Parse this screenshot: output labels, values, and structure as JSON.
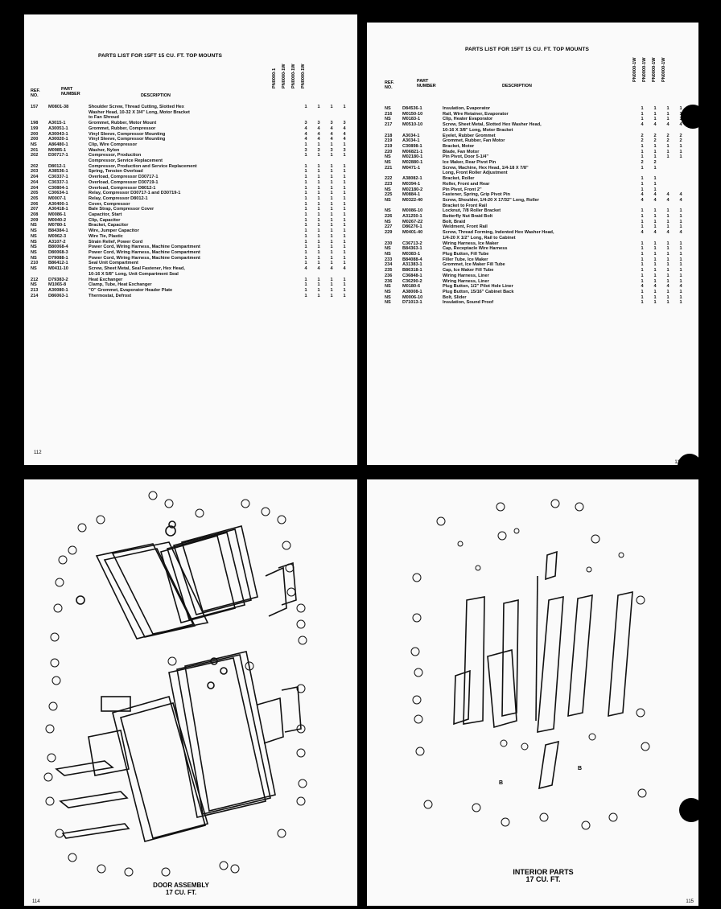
{
  "pages": {
    "left": {
      "title": "PARTS LIST FOR 15FT 15 CU. FT. TOP MOUNTS",
      "page_number": "112",
      "columns": {
        "ref": "REF. NO.",
        "part": "PART NUMBER",
        "desc": "DESCRIPTION"
      },
      "models": [
        "PN0000-1",
        "PN0000-1W",
        "PN0000-1W",
        "PN0000-1W"
      ],
      "rows": [
        [
          "157",
          "M0801-38",
          "Shoulder Screw, Thread Cutting, Slotted Hex",
          "1",
          "1",
          "1",
          "1"
        ],
        [
          "",
          "",
          "Washer Head, 10-32 X 3/4\" Long, Motor Bracket",
          "",
          "",
          "",
          ""
        ],
        [
          "",
          "",
          "to Fan Shroud",
          "",
          "",
          "",
          ""
        ],
        [
          "198",
          "A3015-1",
          "Grommet, Rubber, Motor Mount",
          "3",
          "3",
          "3",
          "3"
        ],
        [
          "199",
          "A30051-1",
          "Grommet, Rubber, Compressor",
          "4",
          "4",
          "4",
          "4"
        ],
        [
          "200",
          "A30043-1",
          "Vinyl Sleeve, Compressor Mounting",
          "4",
          "4",
          "4",
          "4"
        ],
        [
          "200",
          "A30020-1",
          "Vinyl Sleeve, Compressor Mounting",
          "4",
          "4",
          "4",
          "4"
        ],
        [
          "",
          "",
          "",
          "",
          "",
          "",
          ""
        ],
        [
          "NS",
          "A86480-1",
          "Clip, Wire Compressor",
          "1",
          "1",
          "1",
          "1"
        ],
        [
          "",
          "",
          "",
          "",
          "",
          "",
          ""
        ],
        [
          "201",
          "M0985-1",
          "Washer, Nylon",
          "3",
          "3",
          "3",
          "3"
        ],
        [
          "202",
          "D30717-1",
          "Compressor, Production",
          "1",
          "1",
          "1",
          "1"
        ],
        [
          "",
          "",
          "Compressor, Service Replacement",
          "",
          "",
          "",
          ""
        ],
        [
          "",
          "",
          "",
          "",
          "",
          "",
          ""
        ],
        [
          "202",
          "D8012-1",
          "Compressor, Production and Service Replacement",
          "1",
          "1",
          "1",
          "1"
        ],
        [
          "203",
          "A38536-1",
          "Spring, Tension Overload",
          "1",
          "1",
          "1",
          "1"
        ],
        [
          "204",
          "C30337-1",
          "Overload, Compressor D30717-1",
          "1",
          "1",
          "1",
          "1"
        ],
        [
          "204",
          "C30337-1",
          "Overload, Compressor D30719-1",
          "1",
          "1",
          "1",
          "1"
        ],
        [
          "204",
          "C30804-1",
          "Overload, Compressor D8012-1",
          "1",
          "1",
          "1",
          "1"
        ],
        [
          "",
          "",
          "",
          "",
          "",
          "",
          ""
        ],
        [
          "205",
          "C30634-1",
          "Relay, Compressor D30717-1 and D30719-1",
          "1",
          "1",
          "1",
          "1"
        ],
        [
          "205",
          "M0007-1",
          "Relay, Compressor D8012-1",
          "1",
          "1",
          "1",
          "1"
        ],
        [
          "206",
          "A30400-1",
          "Cover, Compressor",
          "1",
          "1",
          "1",
          "1"
        ],
        [
          "207",
          "A30418-1",
          "Bale Strap, Compressor Cover",
          "1",
          "1",
          "1",
          "1"
        ],
        [
          "208",
          "M0086-1",
          "Capacitor, Start",
          "1",
          "1",
          "1",
          "1"
        ],
        [
          "209",
          "M0040-2",
          "Clip, Capacitor",
          "1",
          "1",
          "1",
          "1"
        ],
        [
          "",
          "",
          "",
          "",
          "",
          "",
          ""
        ],
        [
          "NS",
          "M0780-1",
          "Bracket, Capacitor",
          "1",
          "1",
          "1",
          "1"
        ],
        [
          "NS",
          "B84384-1",
          "Wire, Jumper Capacitor",
          "1",
          "1",
          "1",
          "1"
        ],
        [
          "NS",
          "M0962-3",
          "Wire Tie, Plastic",
          "1",
          "1",
          "1",
          "1"
        ],
        [
          "NS",
          "A3107-2",
          "Strain Relief, Power Cord",
          "1",
          "1",
          "1",
          "1"
        ],
        [
          "NS",
          "B80068-4",
          "Power Cord, Wiring Harness, Machine Compartment",
          "1",
          "1",
          "1",
          "1"
        ],
        [
          "NS",
          "D80068-3",
          "Power Cord, Wiring Harness, Machine Compartment",
          "1",
          "1",
          "1",
          "1"
        ],
        [
          "NS",
          "D79088-1",
          "Power Cord, Wiring Harness, Machine Compartment",
          "1",
          "1",
          "1",
          "1"
        ],
        [
          "",
          "",
          "",
          "",
          "",
          "",
          ""
        ],
        [
          "210",
          "B86412-1",
          "Seal Unit Compartment",
          "1",
          "1",
          "1",
          "1"
        ],
        [
          "NS",
          "M0411-10",
          "Screw, Sheet Metal, Seal Fastener, Hex Head,",
          "4",
          "4",
          "4",
          "4"
        ],
        [
          "",
          "",
          "10-16 X 5/8\" Long, Unit Compartment Seal",
          "",
          "",
          "",
          ""
        ],
        [
          "212",
          "D79383-2",
          "Heat Exchanger",
          "1",
          "1",
          "1",
          "1"
        ],
        [
          "NS",
          "M1065-8",
          "Clamp, Tube, Heat Exchanger",
          "1",
          "1",
          "1",
          "1"
        ],
        [
          "213",
          "A30080-1",
          "\"O\" Grommet, Evaporator Header Plate",
          "1",
          "1",
          "1",
          "1"
        ],
        [
          "214",
          "D86063-1",
          "Thermostat, Defrost",
          "1",
          "1",
          "1",
          "1"
        ]
      ]
    },
    "right": {
      "title": "PARTS LIST FOR 15FT 15 CU. FT. TOP MOUNTS",
      "page_number": "113",
      "columns": {
        "ref": "REF. NO.",
        "part": "PART NUMBER",
        "desc": "DESCRIPTION"
      },
      "models": [
        "PN0000-1W",
        "PN0000-1W",
        "PN0000-1W",
        "PN0000-1W"
      ],
      "rows": [
        [
          "NS",
          "D84536-1",
          "Insulation, Evaporator",
          "1",
          "1",
          "1",
          "1"
        ],
        [
          "216",
          "M0150-10",
          "Rail, Wire Retainer, Evaporator",
          "1",
          "1",
          "1",
          "1"
        ],
        [
          "NS",
          "M0183-1",
          "Clip, Heater Evaporator",
          "1",
          "1",
          "1",
          "1"
        ],
        [
          "217",
          "M0510-10",
          "Screw, Sheet Metal, Slotted Hex Washer Head,",
          "4",
          "4",
          "4",
          "4"
        ],
        [
          "",
          "",
          "10-16 X 3/8\" Long, Motor Bracket",
          "",
          "",
          "",
          ""
        ],
        [
          "",
          "",
          "",
          "",
          "",
          "",
          ""
        ],
        [
          "218",
          "A3034-1",
          "Eyelet, Rubber Grommet",
          "2",
          "2",
          "2",
          "2"
        ],
        [
          "219",
          "A3034-1",
          "Grommet, Rubber, Fan Motor",
          "2",
          "2",
          "2",
          "2"
        ],
        [
          "219",
          "C30898-1",
          "Bracket, Motor",
          "1",
          "1",
          "1",
          "1"
        ],
        [
          "220",
          "M06821-1",
          "Blade, Fan Motor",
          "1",
          "1",
          "1",
          "1"
        ],
        [
          "NS",
          "M02180-1",
          "Pin Pivot, Door 5-1/4\"",
          "1",
          "1",
          "1",
          "1"
        ],
        [
          "",
          "",
          "",
          "",
          "",
          "",
          ""
        ],
        [
          "NS",
          "M02880-1",
          "Ice Maker, Rear Pivot Pin",
          "2",
          "2",
          "",
          ""
        ],
        [
          "221",
          "M0471-1",
          "Screw, Machine, Hex Head, 1/4-18 X 7/8\"",
          "1",
          "1",
          "",
          ""
        ],
        [
          "",
          "",
          "Long, Front Roller Adjustment",
          "",
          "",
          "",
          ""
        ],
        [
          "222",
          "A38082-1",
          "Bracket, Roller",
          "1",
          "1",
          "",
          ""
        ],
        [
          "223",
          "M0394-1",
          "Roller, Front and Rear",
          "1",
          "1",
          "",
          ""
        ],
        [
          "NS",
          "M02180-2",
          "Pin Pivot, Front 2\"",
          "1",
          "1",
          "",
          ""
        ],
        [
          "",
          "",
          "",
          "",
          "",
          "",
          ""
        ],
        [
          "225",
          "M0884-1",
          "Fastener, Spring, Grip Pivot Pin",
          "4",
          "4",
          "4",
          "4"
        ],
        [
          "NS",
          "M0322-40",
          "Screw, Shoulder, 1/4-20 X 17/32\" Long, Roller",
          "4",
          "4",
          "4",
          "4"
        ],
        [
          "",
          "",
          "Bracket to Front Rail",
          "",
          "",
          "",
          ""
        ],
        [
          "NS",
          "M0086-10",
          "Locknut, 7/8 Roller Bracket",
          "1",
          "1",
          "1",
          "1"
        ],
        [
          "226",
          "A31250-1",
          "Butterfly Nut Braid Bolt",
          "1",
          "1",
          "1",
          "1"
        ],
        [
          "NS",
          "M0267-22",
          "Bolt, Braid",
          "1",
          "1",
          "1",
          "1"
        ],
        [
          "",
          "",
          "",
          "",
          "",
          "",
          ""
        ],
        [
          "227",
          "D86276-1",
          "Weldment, Front Rail",
          "1",
          "1",
          "1",
          "1"
        ],
        [
          "229",
          "M0401-40",
          "Screw, Thread Forming, Indented Hex Washer Head,",
          "4",
          "4",
          "4",
          "4"
        ],
        [
          "",
          "",
          "1/4-20 X 1/2\" Long, Rail to Cabinet",
          "",
          "",
          "",
          ""
        ],
        [
          "230",
          "C36713-2",
          "Wiring Harness, Ice Maker",
          "1",
          "1",
          "1",
          "1"
        ],
        [
          "NS",
          "B84363-1",
          "Cap, Receptacle Wire Harness",
          "1",
          "1",
          "1",
          "1"
        ],
        [
          "NS",
          "M0383-1",
          "Plug Button, Fill Tube",
          "1",
          "1",
          "1",
          "1"
        ],
        [
          "233",
          "B84088-4",
          "Filler Tube, Ice Maker",
          "1",
          "1",
          "1",
          "1"
        ],
        [
          "",
          "",
          "",
          "",
          "",
          "",
          ""
        ],
        [
          "234",
          "A31383-1",
          "Grommet, Ice Maker Fill Tube",
          "1",
          "1",
          "1",
          "1"
        ],
        [
          "235",
          "B86318-1",
          "Cap, Ice Maker Fill Tube",
          "1",
          "1",
          "1",
          "1"
        ],
        [
          "236",
          "C36848-1",
          "Wiring Harness, Liner",
          "1",
          "1",
          "1",
          "1"
        ],
        [
          "236",
          "C36290-2",
          "Wiring Harness, Liner",
          "1",
          "1",
          "1",
          "1"
        ],
        [
          "NS",
          "M0180-6",
          "Plug Button, 1/2\" Pilot Hole Liner",
          "4",
          "4",
          "4",
          "4"
        ],
        [
          "",
          "",
          "",
          "",
          "",
          "",
          ""
        ],
        [
          "NS",
          "A38008-1",
          "Plug Button, 15/16\" Cabinet Back",
          "1",
          "1",
          "1",
          "1"
        ],
        [
          "NS",
          "M0006-10",
          "Bolt, Slider",
          "1",
          "1",
          "1",
          "1"
        ],
        [
          "",
          "",
          "",
          "",
          "",
          "",
          ""
        ],
        [
          "NS",
          "D71013-1",
          "Insulation, Sound Proof",
          "1",
          "1",
          "1",
          "1"
        ]
      ]
    },
    "bottom_left": {
      "caption_line1": "DOOR ASSEMBLY",
      "caption_line2": "17 CU. FT.",
      "page_number": "114"
    },
    "bottom_right": {
      "caption_line1": "INTERIOR PARTS",
      "caption_line2": "17 CU. FT.",
      "page_number": "115",
      "section_marks": [
        "B",
        "B"
      ]
    }
  }
}
